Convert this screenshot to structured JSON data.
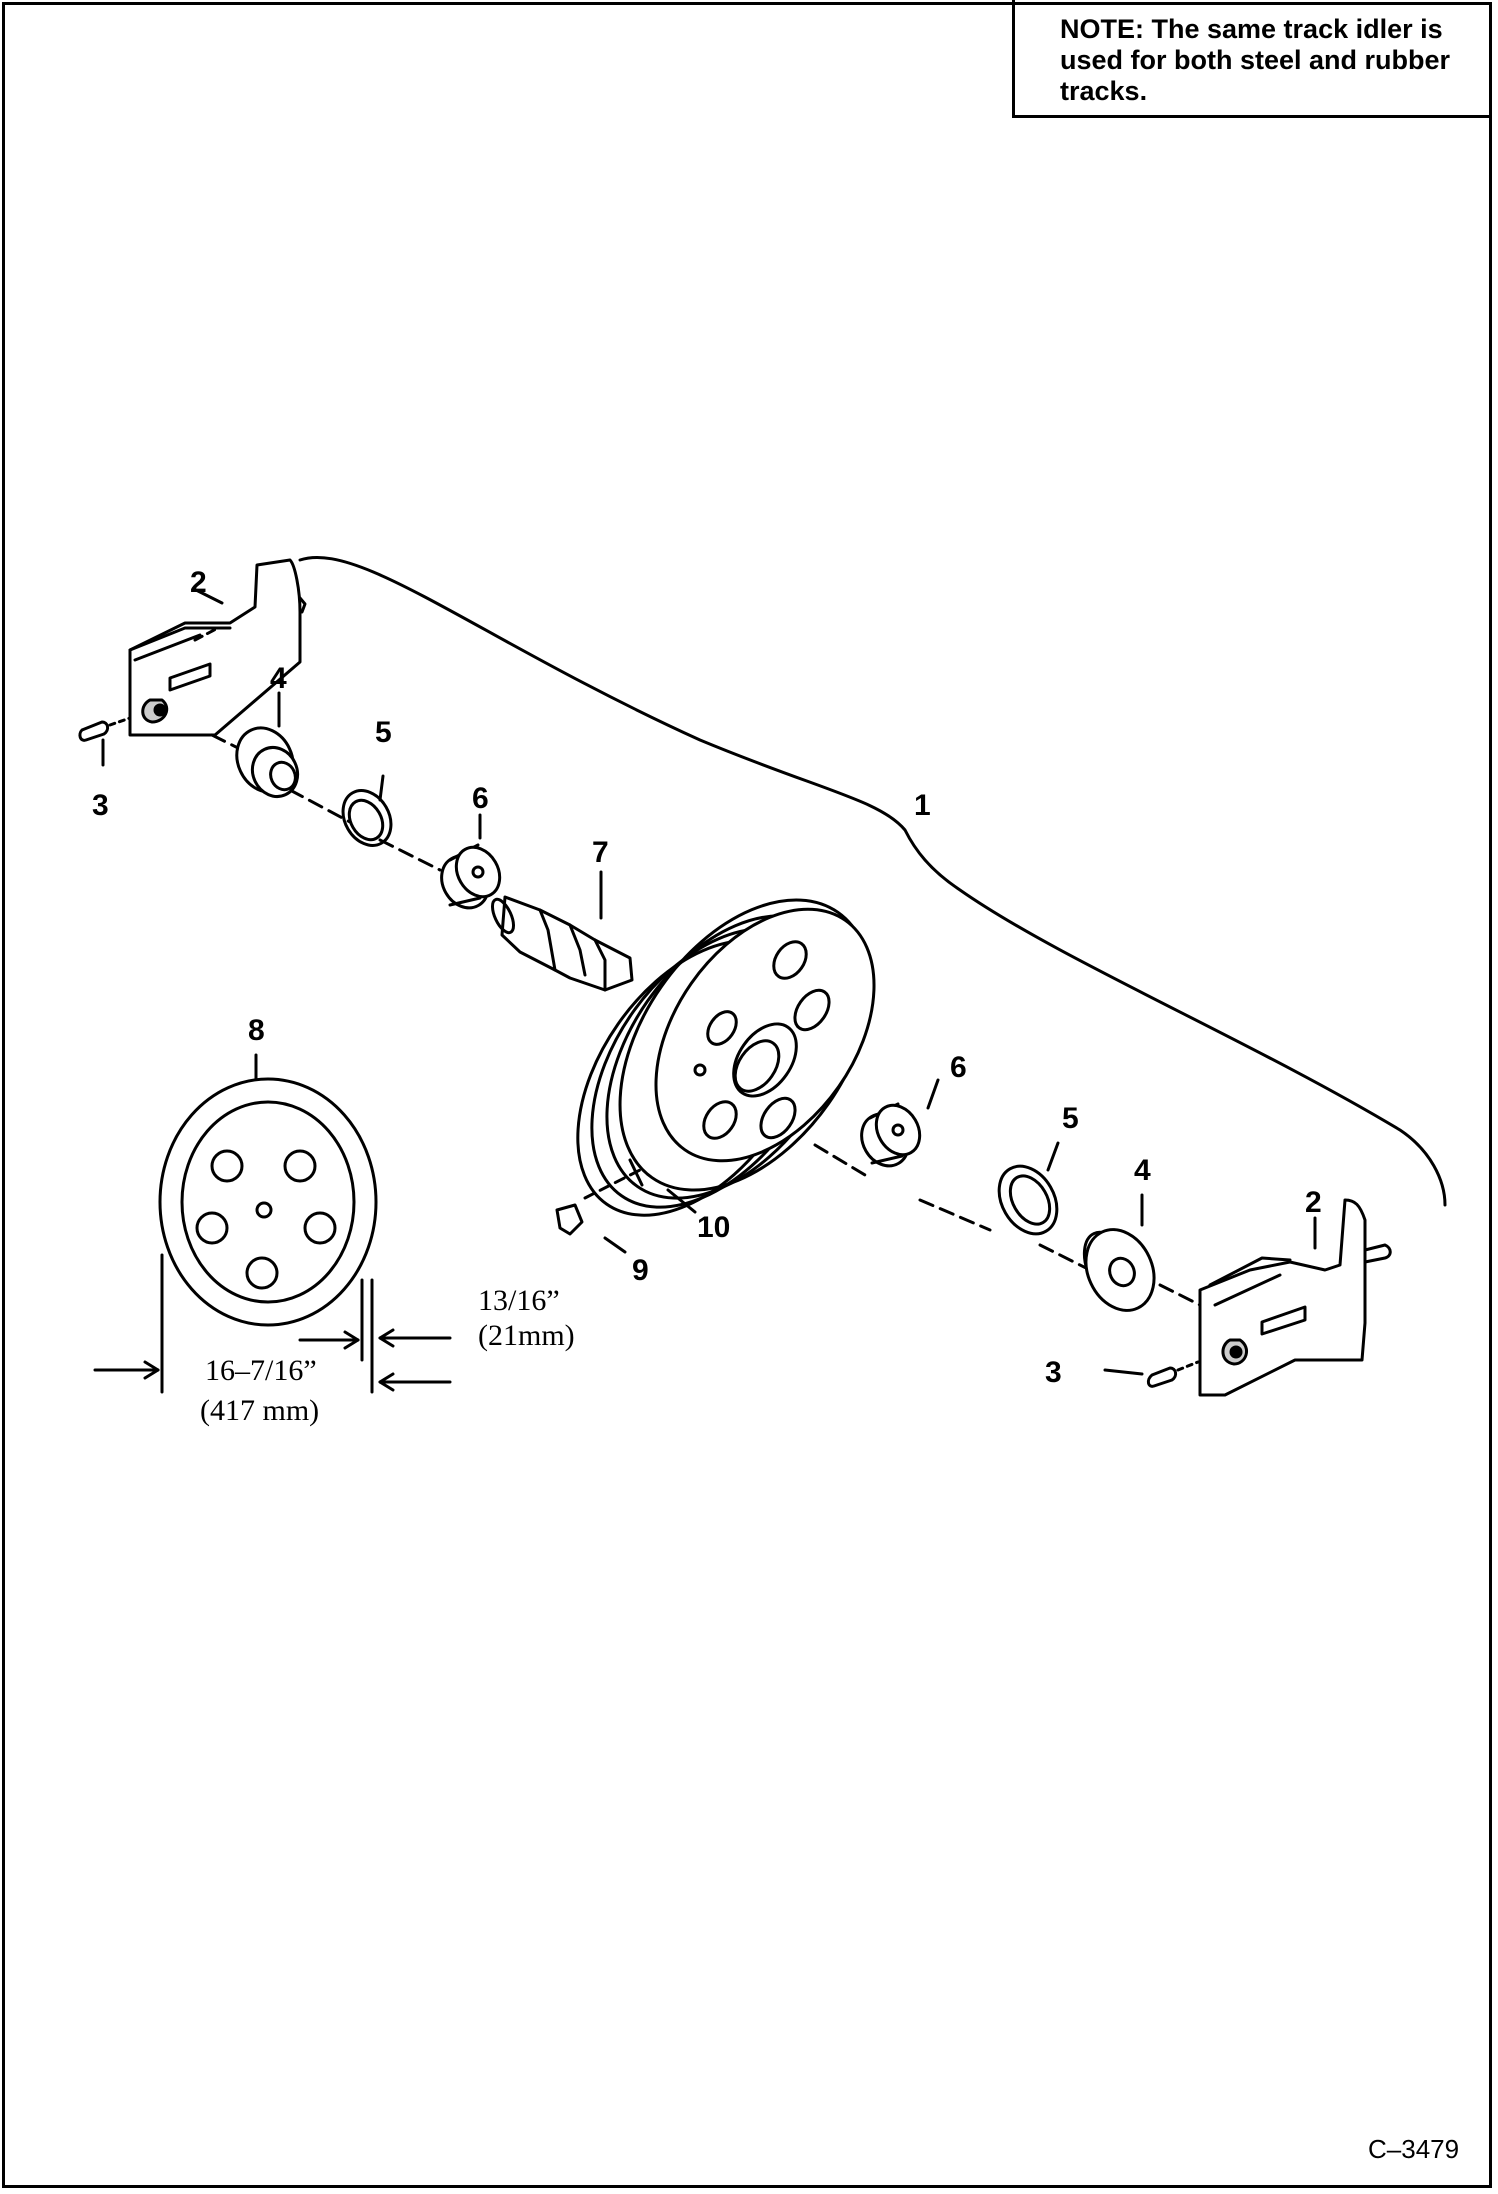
{
  "note": {
    "label": "NOTE:",
    "text": " The same track idler is used for both steel and rubber tracks."
  },
  "callouts": {
    "c1": "1",
    "c2_left": "2",
    "c2_right": "2",
    "c3_left": "3",
    "c3_right": "3",
    "c4_left": "4",
    "c4_right": "4",
    "c5_left": "5",
    "c5_right": "5",
    "c6_left": "6",
    "c6_right": "6",
    "c7": "7",
    "c8": "8",
    "c9": "9",
    "c10": "10"
  },
  "dimensions": {
    "width_in": "13/16”",
    "width_mm": "(21mm)",
    "diameter_in": "16–7/16”",
    "diameter_mm": "(417 mm)"
  },
  "drawing_number": "C–3479"
}
